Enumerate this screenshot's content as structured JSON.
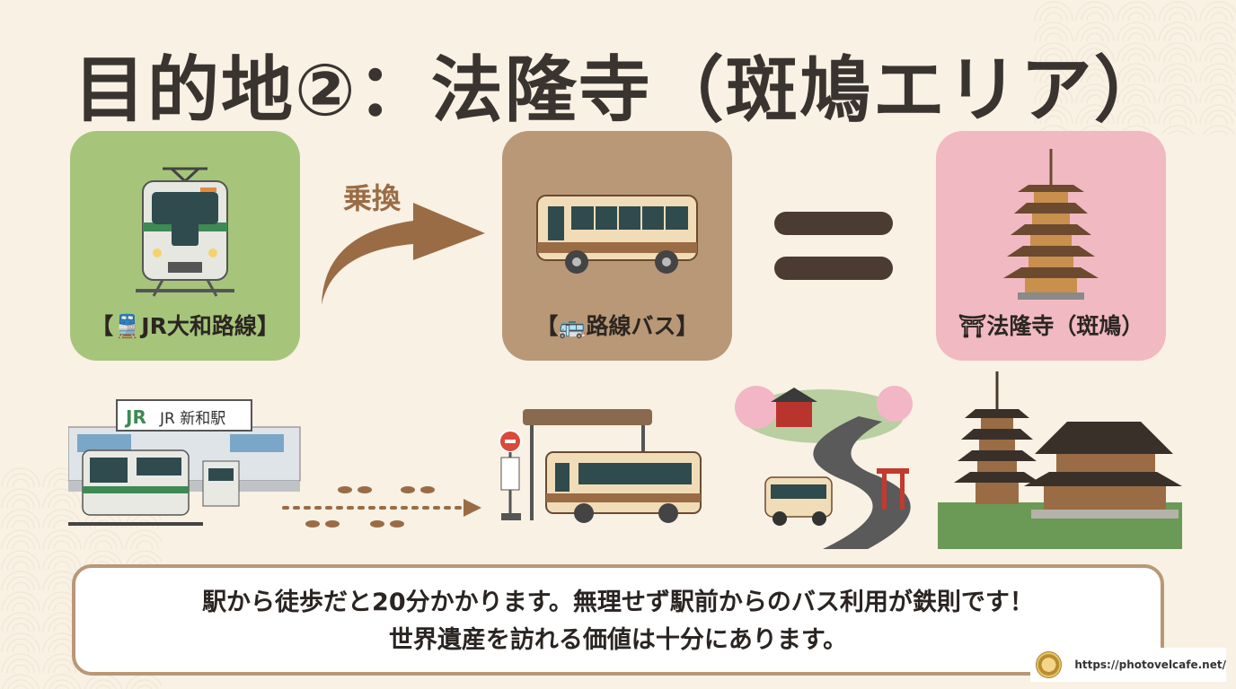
{
  "title": "目的地②：法隆寺（斑鳩エリア）",
  "cards": {
    "train": {
      "icon": "train-icon",
      "label": "【🚆JR大和路線】",
      "color": "#a6c57a"
    },
    "bus": {
      "icon": "bus-icon",
      "label": "【🚌路線バス】",
      "color": "#b89877"
    },
    "temple": {
      "icon": "pagoda-icon",
      "label": "⛩法隆寺（斑鳩）",
      "color": "#f1b9c1"
    }
  },
  "transfer_label": "乗換",
  "station_sign": "JR 新和駅",
  "station_sign_logo": "JR",
  "message": {
    "line1": "駅から徒歩だと20分かかります。無理せず駅前からのバス利用が鉄則です！",
    "line2": "世界遺産を訪れる価値は十分にあります。"
  },
  "credit": {
    "url": "https://photovelcafe.net/"
  },
  "colors": {
    "background": "#f8f1e4",
    "title": "#3a3431",
    "arrow": "#9a6c45",
    "equals": "#4c3b33",
    "message_border": "#b89877"
  }
}
